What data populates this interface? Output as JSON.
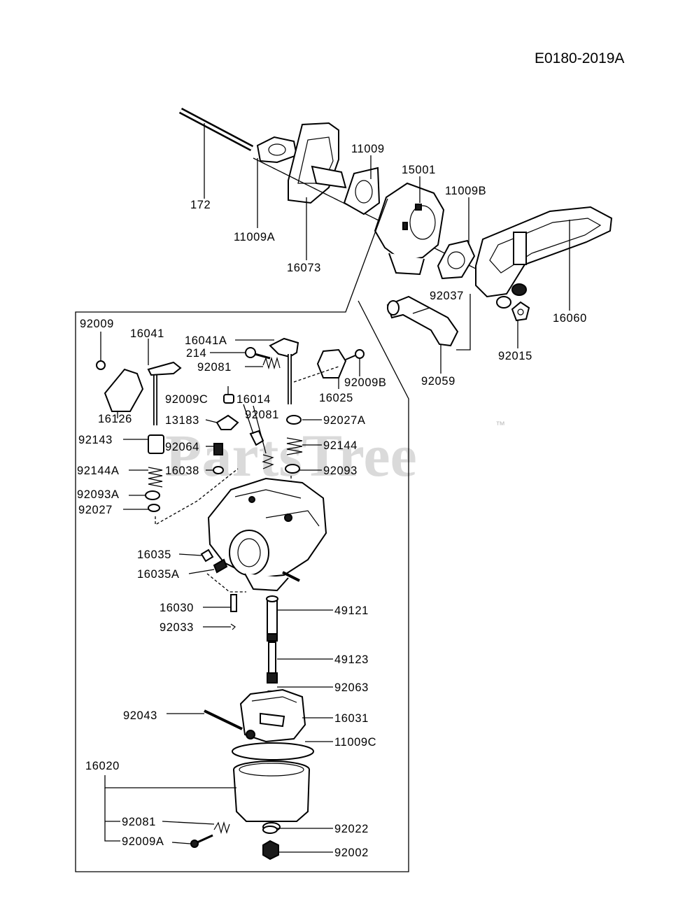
{
  "diagram": {
    "code": "E0180-2019A",
    "watermark": "PartsTree",
    "trademark": "™",
    "labels": {
      "p172": "172",
      "p11009A": "11009A",
      "p16073": "16073",
      "p11009": "11009",
      "p15001": "15001",
      "p11009B": "11009B",
      "p16060": "16060",
      "p92037": "92037",
      "p92015": "92015",
      "p92059": "92059",
      "p92009": "92009",
      "p16041": "16041",
      "p16041A": "16041A",
      "p214": "214",
      "p92081a": "92081",
      "p92009B": "92009B",
      "p16025": "16025",
      "p92009C": "92009C",
      "p16014": "16014",
      "p16126": "16126",
      "p13183": "13183",
      "p92081b": "92081",
      "p92027A": "92027A",
      "p92143": "92143",
      "p92064": "92064",
      "p92144": "92144",
      "p92144A": "92144A",
      "p16038": "16038",
      "p92093": "92093",
      "p92093A": "92093A",
      "p92027": "92027",
      "p16035": "16035",
      "p16035A": "16035A",
      "p16030": "16030",
      "p49121": "49121",
      "p92033": "92033",
      "p49123": "49123",
      "p92063": "92063",
      "p92043": "92043",
      "p16031": "16031",
      "p11009C": "11009C",
      "p16020": "16020",
      "p92081c": "92081",
      "p92022": "92022",
      "p92009A": "92009A",
      "p92002": "92002"
    }
  }
}
